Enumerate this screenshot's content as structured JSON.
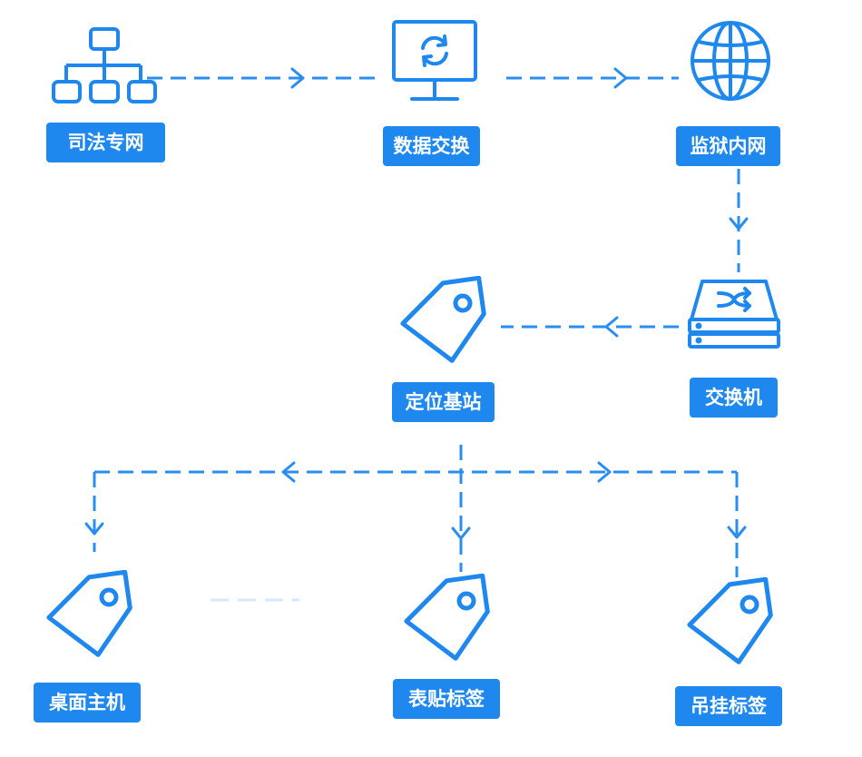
{
  "nodes": {
    "judicial_network": {
      "label": "司法专网",
      "icon": "org-chart-icon"
    },
    "data_exchange": {
      "label": "数据交换",
      "icon": "monitor-sync-icon"
    },
    "prison_intranet": {
      "label": "监狱内网",
      "icon": "globe-icon"
    },
    "switch": {
      "label": "交换机",
      "icon": "network-switch-icon"
    },
    "base_station": {
      "label": "定位基站",
      "icon": "tag-icon"
    },
    "desktop_host": {
      "label": "桌面主机",
      "icon": "tag-icon"
    },
    "sticker_tag": {
      "label": "表贴标签",
      "icon": "tag-icon"
    },
    "hanging_tag": {
      "label": "吊挂标签",
      "icon": "tag-icon"
    }
  },
  "colors": {
    "accent": "#1e88ef",
    "label_text": "#ffffff"
  }
}
